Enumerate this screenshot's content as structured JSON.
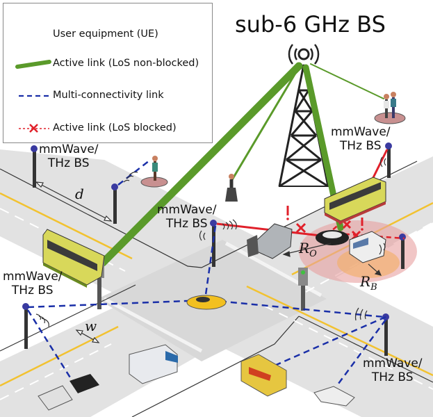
{
  "title": "sub-6 GHz BS",
  "legend": {
    "items": [
      {
        "label": "User equipment (UE)"
      },
      {
        "label": "Active link (LoS non-blocked)",
        "color": "#5a9a2a"
      },
      {
        "label": "Multi-connectivity link",
        "color": "#1a2fa8"
      },
      {
        "label": "Active link (LoS blocked)",
        "color": "#e0202a"
      }
    ]
  },
  "bs_labels": {
    "top_left": [
      "mmWave/",
      "THz BS"
    ],
    "top_right": [
      "mmWave/",
      "THz BS"
    ],
    "center": [
      "mmWave/",
      "THz BS"
    ],
    "left": [
      "mmWave/",
      "THz BS"
    ],
    "bottom_right": [
      "mmWave/",
      "THz BS"
    ]
  },
  "dims": {
    "d": "d",
    "w": "w",
    "r_o": "R",
    "r_o_sub": "O",
    "r_b": "R",
    "r_b_sub": "B"
  },
  "colors": {
    "road": "#e4e4e4",
    "sidewalk": "#f4f4f4",
    "lane_yellow": "#f2c230",
    "green_link": "#5a9a2a",
    "blue_link": "#1a2fa8",
    "red_link": "#e0202a",
    "blockage_zone": "#e8a0a0",
    "blocker_zone": "#f2b070"
  }
}
